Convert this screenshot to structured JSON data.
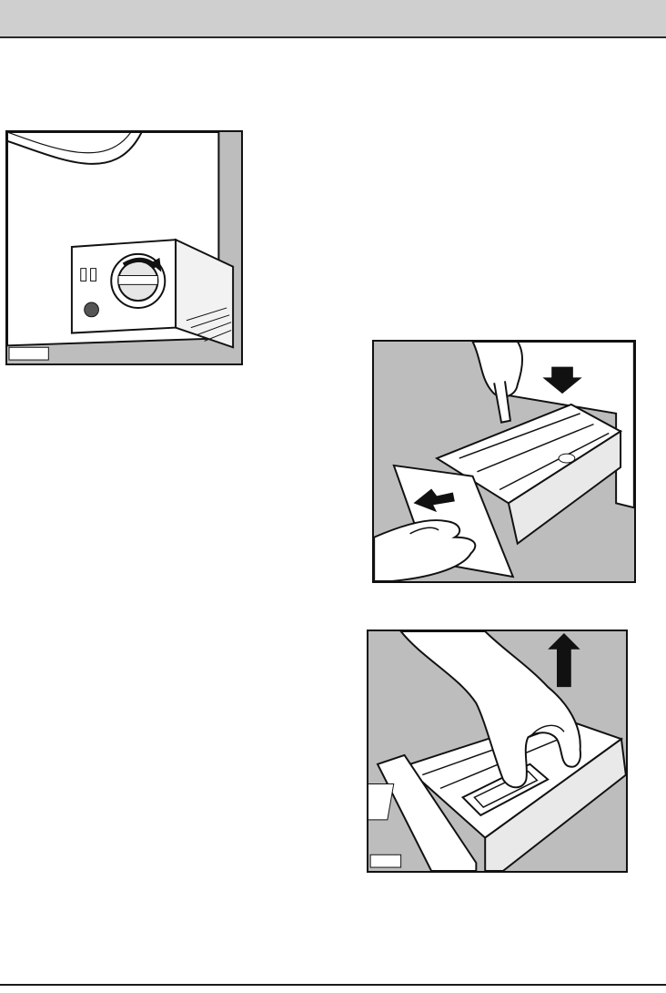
{
  "header": {
    "text": ""
  },
  "figures": [
    {
      "id": "fig1",
      "label": "",
      "subject": "pump-filter-cover",
      "arrow": "turn-counterclockwise"
    },
    {
      "id": "fig2",
      "label": "",
      "subject": "detergent-drawer-release",
      "arrows": [
        "press-down",
        "pull-out"
      ]
    },
    {
      "id": "fig3",
      "label": "",
      "subject": "siphon-removal",
      "arrow": "lift-up"
    }
  ],
  "colors": {
    "panel": "#bdbdbd",
    "line": "#111111",
    "header": "#cfcfcf"
  }
}
